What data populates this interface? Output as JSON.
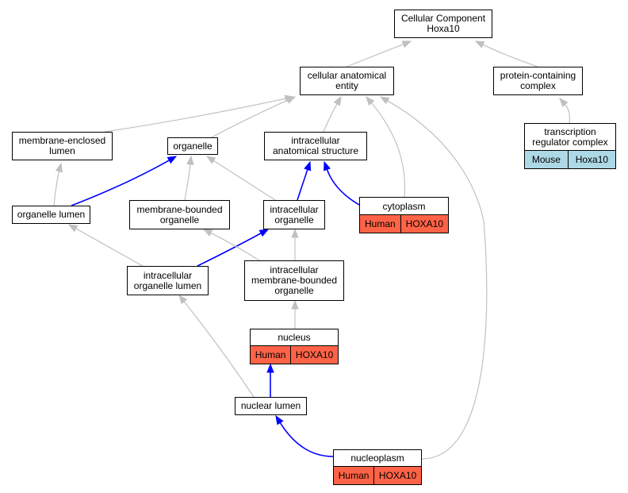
{
  "colors": {
    "node_border": "#000000",
    "edge_gray": "#c0c0c0",
    "edge_blue": "#0000ff",
    "human_fill": "#ff6347",
    "mouse_fill": "#add8e6"
  },
  "nodes": {
    "cellular_component": {
      "lines": [
        "Cellular Component",
        "Hoxa10"
      ]
    },
    "cellular_anatomical_entity": {
      "lines": [
        "cellular anatomical",
        "entity"
      ]
    },
    "protein_containing_complex": {
      "lines": [
        "protein-containing",
        "complex"
      ]
    },
    "transcription_regulator_complex": {
      "lines": [
        "transcription",
        "regulator complex"
      ],
      "annotation": {
        "species": "Mouse",
        "gene": "Hoxa10"
      }
    },
    "membrane_enclosed_lumen": {
      "lines": [
        "membrane-enclosed",
        "lumen"
      ]
    },
    "organelle": {
      "lines": [
        "organelle"
      ]
    },
    "intracellular_anatomical_structure": {
      "lines": [
        "intracellular",
        "anatomical structure"
      ]
    },
    "organelle_lumen": {
      "lines": [
        "organelle lumen"
      ]
    },
    "membrane_bounded_organelle": {
      "lines": [
        "membrane-bounded",
        "organelle"
      ]
    },
    "intracellular_organelle": {
      "lines": [
        "intracellular",
        "organelle"
      ]
    },
    "cytoplasm": {
      "lines": [
        "cytoplasm"
      ],
      "annotation": {
        "species": "Human",
        "gene": "HOXA10"
      }
    },
    "intracellular_organelle_lumen": {
      "lines": [
        "intracellular",
        "organelle lumen"
      ]
    },
    "intracellular_membrane_bounded_organelle": {
      "lines": [
        "intracellular",
        "membrane-bounded",
        "organelle"
      ]
    },
    "nucleus": {
      "lines": [
        "nucleus"
      ],
      "annotation": {
        "species": "Human",
        "gene": "HOXA10"
      }
    },
    "nuclear_lumen": {
      "lines": [
        "nuclear lumen"
      ]
    },
    "nucleoplasm": {
      "lines": [
        "nucleoplasm"
      ],
      "annotation": {
        "species": "Human",
        "gene": "HOXA10"
      }
    }
  },
  "edges": [
    {
      "from": "cellular_anatomical_entity",
      "to": "cellular_component",
      "color": "gray"
    },
    {
      "from": "protein_containing_complex",
      "to": "cellular_component",
      "color": "gray"
    },
    {
      "from": "transcription_regulator_complex",
      "to": "protein_containing_complex",
      "color": "gray"
    },
    {
      "from": "membrane_enclosed_lumen",
      "to": "cellular_anatomical_entity",
      "color": "gray"
    },
    {
      "from": "organelle",
      "to": "cellular_anatomical_entity",
      "color": "gray"
    },
    {
      "from": "intracellular_anatomical_structure",
      "to": "cellular_anatomical_entity",
      "color": "gray"
    },
    {
      "from": "cytoplasm",
      "to": "cellular_anatomical_entity",
      "color": "gray"
    },
    {
      "from": "nucleoplasm",
      "to": "cellular_anatomical_entity",
      "color": "gray"
    },
    {
      "from": "organelle_lumen",
      "to": "membrane_enclosed_lumen",
      "color": "gray"
    },
    {
      "from": "organelle_lumen",
      "to": "organelle",
      "color": "blue"
    },
    {
      "from": "membrane_bounded_organelle",
      "to": "organelle",
      "color": "gray"
    },
    {
      "from": "intracellular_organelle",
      "to": "organelle",
      "color": "gray"
    },
    {
      "from": "intracellular_organelle",
      "to": "intracellular_anatomical_structure",
      "color": "blue"
    },
    {
      "from": "cytoplasm",
      "to": "intracellular_anatomical_structure",
      "color": "blue"
    },
    {
      "from": "intracellular_organelle_lumen",
      "to": "organelle_lumen",
      "color": "gray"
    },
    {
      "from": "intracellular_organelle_lumen",
      "to": "intracellular_organelle",
      "color": "blue"
    },
    {
      "from": "intracellular_membrane_bounded_organelle",
      "to": "membrane_bounded_organelle",
      "color": "gray"
    },
    {
      "from": "intracellular_membrane_bounded_organelle",
      "to": "intracellular_organelle",
      "color": "gray"
    },
    {
      "from": "nucleus",
      "to": "intracellular_membrane_bounded_organelle",
      "color": "gray"
    },
    {
      "from": "nuclear_lumen",
      "to": "intracellular_organelle_lumen",
      "color": "gray"
    },
    {
      "from": "nuclear_lumen",
      "to": "nucleus",
      "color": "blue"
    },
    {
      "from": "nucleoplasm",
      "to": "nuclear_lumen",
      "color": "blue"
    }
  ]
}
